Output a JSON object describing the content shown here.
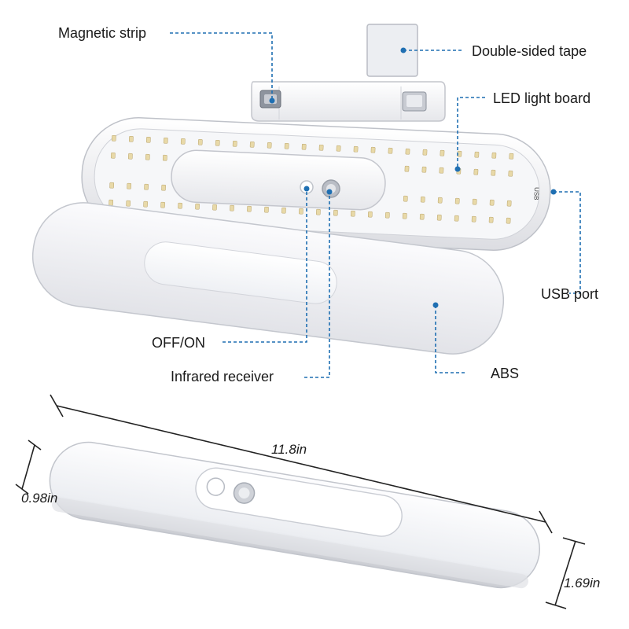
{
  "labels": {
    "magnetic_strip": "Magnetic strip",
    "double_sided_tape": "Double-sided tape",
    "led_light_board": "LED light board",
    "usb_port": "USB port",
    "off_on": "OFF/ON",
    "infrared_receiver": "Infrared receiver",
    "abs": "ABS"
  },
  "board_markings": {
    "usb": "USB"
  },
  "dimensions": {
    "length": "11.8in",
    "thickness": "0.98in",
    "height": "1.69in"
  },
  "colors": {
    "leader_line": "#1f6fb2",
    "led": "#e8d9a8",
    "housing": "#f4f4f6"
  }
}
